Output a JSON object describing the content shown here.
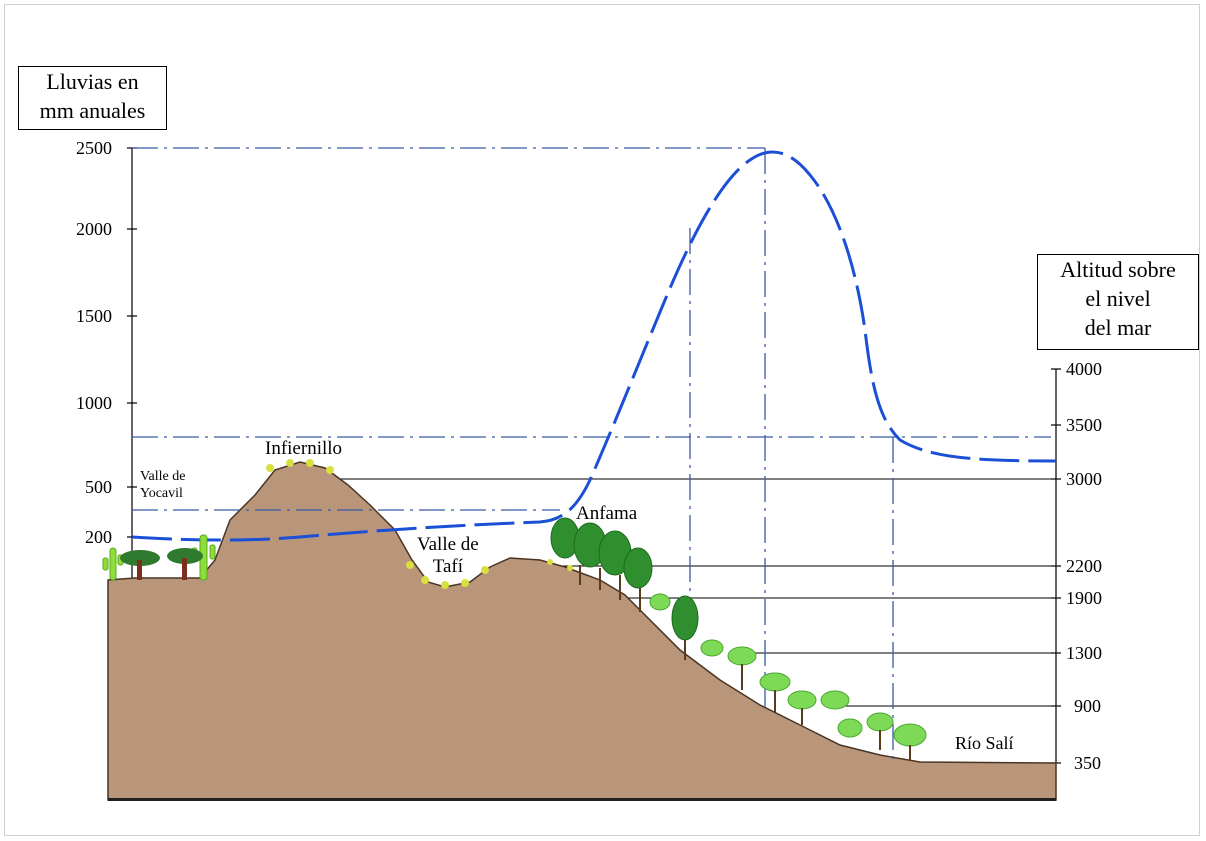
{
  "left_axis": {
    "title_line1": "Lluvias en",
    "title_line2": "mm anuales",
    "ticks": [
      "2500",
      "2000",
      "1500",
      "1000",
      "500",
      "200"
    ]
  },
  "right_axis": {
    "title_line1": "Altitud sobre",
    "title_line2": "el nivel",
    "title_line3": "del mar",
    "ticks": [
      "4000",
      "3500",
      "3000",
      "2200",
      "1900",
      "1300",
      "900",
      "350"
    ]
  },
  "places": {
    "yocavil_line1": "Valle de",
    "yocavil_line2": "Yocavil",
    "infiernillo": "Infiernillo",
    "tafi_line1": "Valle de",
    "tafi_line2": "Tafí",
    "anfama": "Anfama",
    "rio_sali": "Río Salí"
  },
  "colors": {
    "rain_curve": "#1a4fd6",
    "guide_lines": "#3a5aa8",
    "terrain": "#b9967a",
    "terrain_edge": "#4a3524",
    "forest_dark": "#2f8f2f",
    "forest_light": "#7ed957",
    "cactus": "#8ede3a"
  }
}
